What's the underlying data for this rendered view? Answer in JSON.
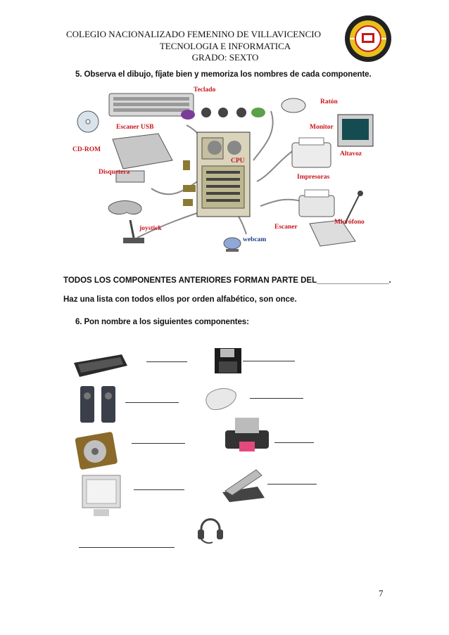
{
  "header": {
    "line1": "COLEGIO NACIONALIZADO FEMENINO DE VILLAVICENCIO",
    "line2": "TECNOLOGIA E INFORMATICA",
    "line3": "GRADO: SEXTO"
  },
  "question5": "5.   Observa el dibujo, fíjate bien y memoriza los nombres de cada componente.",
  "diagram_labels": {
    "teclado": "Teclado",
    "raton": "Ratón",
    "escaner_usb": "Escaner USB",
    "monitor": "Monitor",
    "cd_rom": "CD-ROM",
    "altavoz": "Altavoz",
    "disquetera": "Disquetera",
    "cpu": "CPU",
    "impresoras": "Impresoras",
    "joystick": "joystick",
    "escaner": "Escaner",
    "microfono": "Micrófono",
    "webcam": "webcam"
  },
  "todos_line": "TODOS LOS COMPONENTES ANTERIORES FORMAN PARTE DEL________________.",
  "lista_line": "Haz una lista con todos ellos por orden alfabético, son once.",
  "question6": "6.   Pon nombre a los siguientes componentes:",
  "page_number": "7"
}
